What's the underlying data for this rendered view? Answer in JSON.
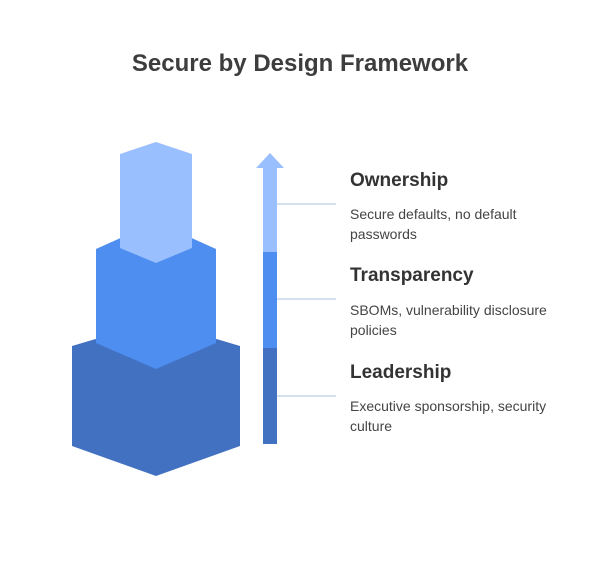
{
  "title": "Secure by Design Framework",
  "colors": {
    "top": "#99bfff",
    "middle": "#4d8ef0",
    "bottom": "#4271c2",
    "connector": "#b7cde8",
    "text": "#3d3d3d"
  },
  "tiers": [
    {
      "heading": "Ownership",
      "description": "Secure defaults, no default passwords"
    },
    {
      "heading": "Transparency",
      "description": "SBOMs, vulnerability disclosure policies"
    },
    {
      "heading": "Leadership",
      "description": "Executive sponsorship, security culture"
    }
  ],
  "icons": {
    "arrow": "arrow-up-icon"
  }
}
